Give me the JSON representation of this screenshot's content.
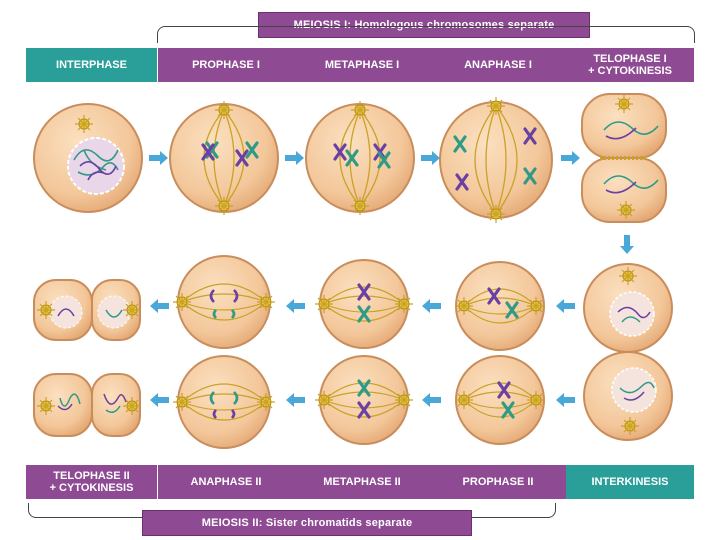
{
  "meiosis1": {
    "title": "MEIOSIS I:  Homologous chromosomes separate",
    "stages": [
      "INTERPHASE",
      "PROPHASE I",
      "METAPHASE I",
      "ANAPHASE I"
    ],
    "telophase_line1": "TELOPHASE I",
    "telophase_line2": "+ CYTOKINESIS"
  },
  "meiosis2": {
    "title": "MEIOSIS II:  Sister chromatids separate",
    "telophase_line1": "TELOPHASE II",
    "telophase_line2": "+ CYTOKINESIS",
    "stages": [
      "ANAPHASE II",
      "METAPHASE II",
      "PROPHASE II",
      "INTERKINESIS"
    ]
  },
  "colors": {
    "teal": "#2a9f99",
    "purple": "#8e4a93",
    "cell_fill": "#f3c79a",
    "cell_edge": "#c98d5c",
    "spindle": "#c9a227",
    "chrom_green": "#2f9a86",
    "chrom_purple": "#6b3fa3",
    "arrow": "#4aa8d8"
  }
}
